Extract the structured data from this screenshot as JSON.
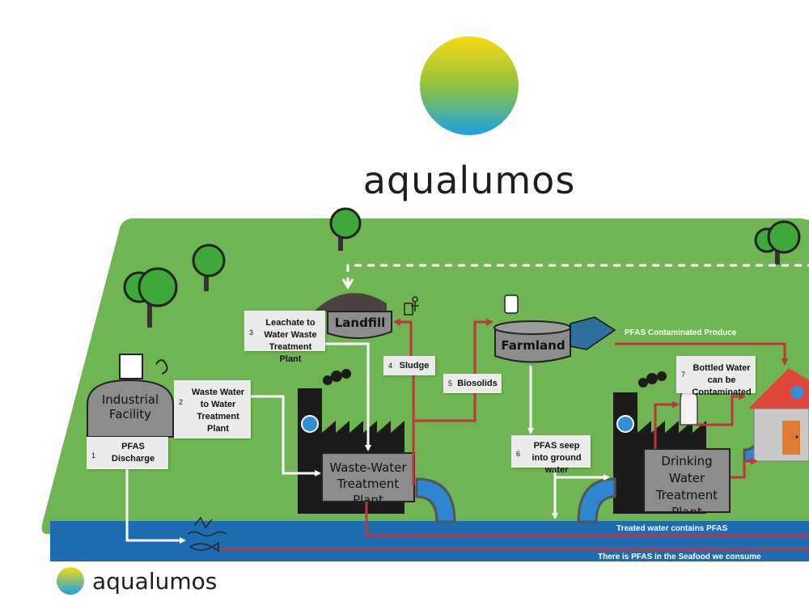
{
  "brand": {
    "name": "aqualumos",
    "footer_name": "aqualumos"
  },
  "colors": {
    "land": "#6fb553",
    "water": "#1d6bb0",
    "flow_red": "#c0343c",
    "flow_white": "#ffffff",
    "plant_gray": "#8c8c8c"
  },
  "nodes": {
    "industrial": "Industrial\nFacility",
    "landfill": "Landfill",
    "farmland": "Farmland",
    "wwtp": "Waste-Water\nTreatment\nPlant",
    "dwtp": "Drinking\nWater\nTreatment\nPlant"
  },
  "notes": [
    {
      "num": "1",
      "text": "PFAS\nDischarge"
    },
    {
      "num": "2",
      "text": "Waste Water\nto Water\nTreatment\nPlant"
    },
    {
      "num": "3",
      "text": "Leachate to\nWater Waste\nTreatment\nPlant"
    },
    {
      "num": "4",
      "text": "Sludge"
    },
    {
      "num": "5",
      "text": "Biosolids"
    },
    {
      "num": "6",
      "text": "PFAS seep\ninto ground\nwater"
    },
    {
      "num": "7",
      "text": "Bottled Water\ncan be\nContaminated"
    }
  ],
  "labels": {
    "produce": "PFAS Contaminated Produce",
    "treated": "Treated water contains  PFAS",
    "seafood": "There is PFAS in the Seafood we consume"
  },
  "icons": [
    "sun-logo-icon",
    "tree-icon",
    "factory-icon",
    "water-drop-icon",
    "greenhouse-icon",
    "bottle-icon",
    "house-icon",
    "fish-icon",
    "plant-jar-icon",
    "recycle-people-icon"
  ]
}
